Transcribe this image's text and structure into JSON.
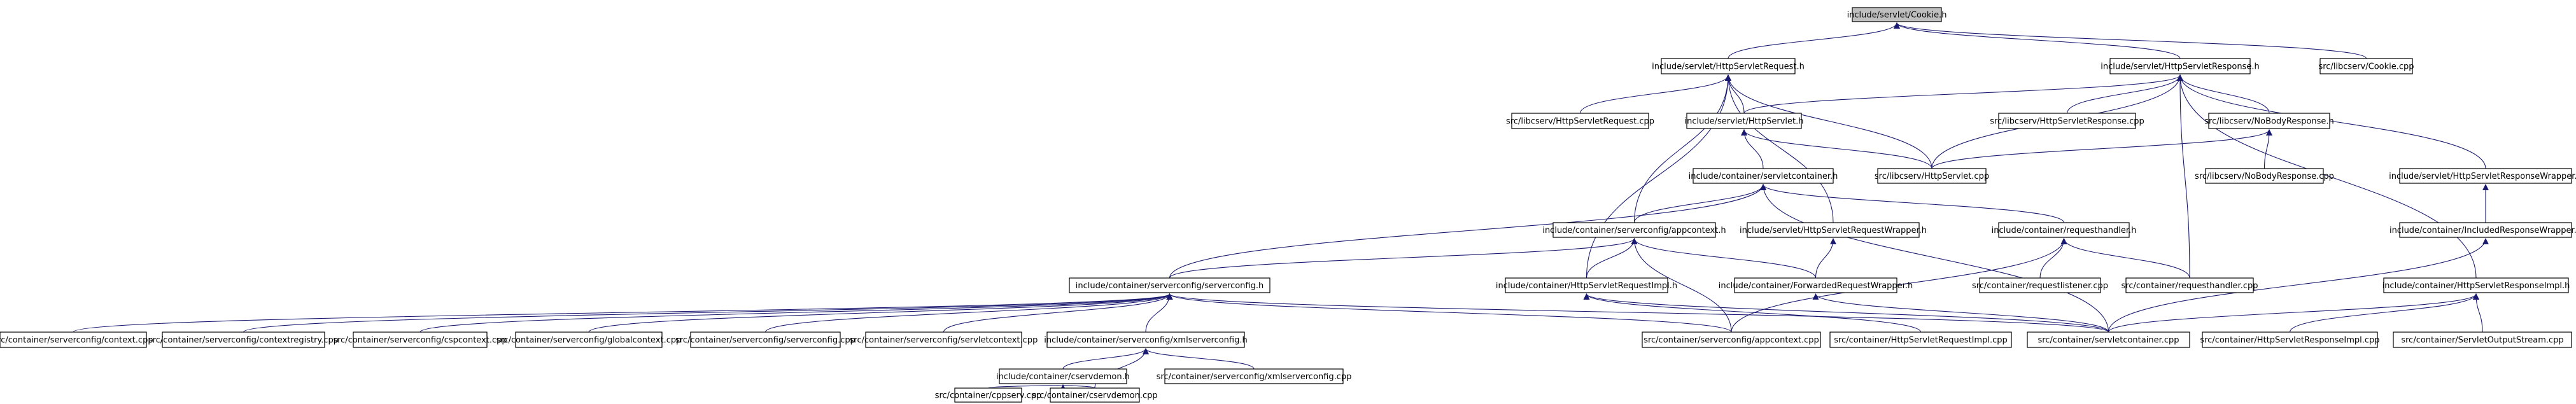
{
  "graph": {
    "root": "include/servlet/Cookie.h",
    "edge_color": "#191970",
    "root_fill": "#bfbfbf",
    "nodes": [
      {
        "id": "n0",
        "label": "include/servlet/Cookie.h",
        "root": true
      },
      {
        "id": "n1",
        "label": "include/servlet/HttpServletRequest.h"
      },
      {
        "id": "n2",
        "label": "include/servlet/HttpServletResponse.h"
      },
      {
        "id": "n3",
        "label": "src/libcserv/Cookie.cpp"
      },
      {
        "id": "n4",
        "label": "src/libcserv/HttpServletRequest.cpp"
      },
      {
        "id": "n5",
        "label": "include/servlet/HttpServlet.h"
      },
      {
        "id": "n6",
        "label": "src/libcserv/HttpServletResponse.cpp"
      },
      {
        "id": "n7",
        "label": "src/libcserv/NoBodyResponse.h"
      },
      {
        "id": "n8",
        "label": "include/container/servletcontainer.h"
      },
      {
        "id": "n9",
        "label": "src/libcserv/HttpServlet.cpp"
      },
      {
        "id": "n10",
        "label": "src/libcserv/NoBodyResponse.cpp"
      },
      {
        "id": "n11",
        "label": "include/servlet/HttpServletResponseWrapper.h"
      },
      {
        "id": "n12",
        "label": "include/container/serverconfig/appcontext.h"
      },
      {
        "id": "n13",
        "label": "include/servlet/HttpServletRequestWrapper.h"
      },
      {
        "id": "n14",
        "label": "include/container/requesthandler.h"
      },
      {
        "id": "n15",
        "label": "include/container/IncludedResponseWrapper.h"
      },
      {
        "id": "n16",
        "label": "include/container/serverconfig/serverconfig.h"
      },
      {
        "id": "n17",
        "label": "include/container/HttpServletRequestImpl.h"
      },
      {
        "id": "n18",
        "label": "include/container/ForwardedRequestWrapper.h"
      },
      {
        "id": "n19",
        "label": "src/container/requestlistener.cpp"
      },
      {
        "id": "n20",
        "label": "src/container/requesthandler.cpp"
      },
      {
        "id": "n21",
        "label": "include/container/HttpServletResponseImpl.h"
      },
      {
        "id": "n22",
        "label": "src/container/serverconfig/context.cpp"
      },
      {
        "id": "n23",
        "label": "src/container/serverconfig/contextregistry.cpp"
      },
      {
        "id": "n24",
        "label": "src/container/serverconfig/cspcontext.cpp"
      },
      {
        "id": "n25",
        "label": "src/container/serverconfig/globalcontext.cpp"
      },
      {
        "id": "n26",
        "label": "src/container/serverconfig/serverconfig.cpp"
      },
      {
        "id": "n27",
        "label": "src/container/serverconfig/servletcontext.cpp"
      },
      {
        "id": "n28",
        "label": "include/container/serverconfig/xmlserverconfig.h"
      },
      {
        "id": "n29",
        "label": "src/container/serverconfig/appcontext.cpp"
      },
      {
        "id": "n30",
        "label": "src/container/HttpServletRequestImpl.cpp"
      },
      {
        "id": "n31",
        "label": "src/container/servletcontainer.cpp"
      },
      {
        "id": "n32",
        "label": "src/container/HttpServletResponseImpl.cpp"
      },
      {
        "id": "n33",
        "label": "src/container/ServletOutputStream.cpp"
      },
      {
        "id": "n34",
        "label": "include/container/cservdemon.h"
      },
      {
        "id": "n35",
        "label": "src/container/serverconfig/xmlserverconfig.cpp"
      },
      {
        "id": "n36",
        "label": "src/container/cppserv.cpp"
      },
      {
        "id": "n37",
        "label": "src/container/cservdemon.cpp"
      }
    ],
    "edges": [
      [
        "n1",
        "n0"
      ],
      [
        "n2",
        "n0"
      ],
      [
        "n3",
        "n0"
      ],
      [
        "n4",
        "n1"
      ],
      [
        "n5",
        "n1"
      ],
      [
        "n9",
        "n1"
      ],
      [
        "n13",
        "n1"
      ],
      [
        "n17",
        "n1"
      ],
      [
        "n12",
        "n1"
      ],
      [
        "n5",
        "n2"
      ],
      [
        "n6",
        "n2"
      ],
      [
        "n7",
        "n2"
      ],
      [
        "n9",
        "n2"
      ],
      [
        "n11",
        "n2"
      ],
      [
        "n21",
        "n2"
      ],
      [
        "n20",
        "n2"
      ],
      [
        "n8",
        "n5"
      ],
      [
        "n9",
        "n5"
      ],
      [
        "n9",
        "n7"
      ],
      [
        "n10",
        "n7"
      ],
      [
        "n12",
        "n8"
      ],
      [
        "n14",
        "n8"
      ],
      [
        "n16",
        "n8"
      ],
      [
        "n31",
        "n8"
      ],
      [
        "n15",
        "n11"
      ],
      [
        "n16",
        "n12"
      ],
      [
        "n17",
        "n12"
      ],
      [
        "n18",
        "n12"
      ],
      [
        "n29",
        "n12"
      ],
      [
        "n18",
        "n13"
      ],
      [
        "n19",
        "n14"
      ],
      [
        "n20",
        "n14"
      ],
      [
        "n29",
        "n14"
      ],
      [
        "n31",
        "n15"
      ],
      [
        "n22",
        "n16"
      ],
      [
        "n23",
        "n16"
      ],
      [
        "n24",
        "n16"
      ],
      [
        "n25",
        "n16"
      ],
      [
        "n26",
        "n16"
      ],
      [
        "n27",
        "n16"
      ],
      [
        "n28",
        "n16"
      ],
      [
        "n29",
        "n16"
      ],
      [
        "n31",
        "n16"
      ],
      [
        "n30",
        "n17"
      ],
      [
        "n31",
        "n17"
      ],
      [
        "n31",
        "n18"
      ],
      [
        "n31",
        "n21"
      ],
      [
        "n32",
        "n21"
      ],
      [
        "n33",
        "n21"
      ],
      [
        "n34",
        "n28"
      ],
      [
        "n35",
        "n28"
      ],
      [
        "n37",
        "n28"
      ],
      [
        "n36",
        "n34"
      ],
      [
        "n37",
        "n34"
      ]
    ]
  }
}
